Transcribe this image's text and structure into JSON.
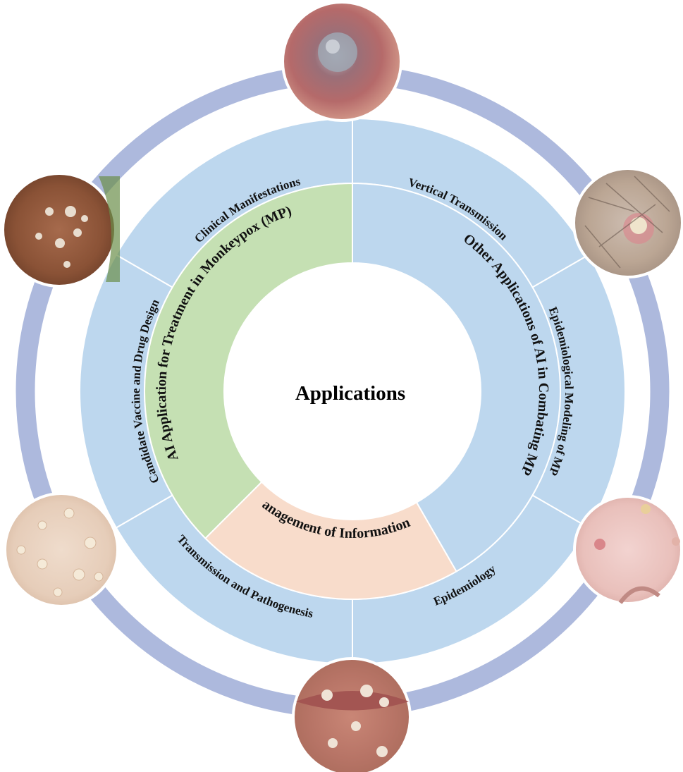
{
  "center": {
    "label": "Applications"
  },
  "inner_segments": [
    {
      "id": "ai-treatment",
      "label": "AI Application for Treatment in Monkeypox (MP)",
      "color": "#c5e0b3"
    },
    {
      "id": "other-applications",
      "label": "Other Applications of AI in Combating MP",
      "color": "#bdd7ee"
    },
    {
      "id": "web-management",
      "label": "Web Management of Information on MP",
      "color": "#f8dccb"
    }
  ],
  "outer_segments": [
    {
      "id": "clinical-manifestations",
      "label": "Clinical Manifestations"
    },
    {
      "id": "vertical-transmission",
      "label": "Vertical Transmission"
    },
    {
      "id": "epidemiological-modeling",
      "label": "Epidemiological Modeling of MP"
    },
    {
      "id": "epidemiology",
      "label": "Epidemiology"
    },
    {
      "id": "transmission-pathogenesis",
      "label": "Transmission and Pathogenesis"
    },
    {
      "id": "candidate-vaccine",
      "label": "Candidate Vaccine and Drug Design"
    }
  ],
  "colors": {
    "outer_ring": "#adb9dd",
    "outer_segment_fill": "#bdd7ee",
    "segment_border": "#ffffff",
    "skin_tone": "#d9a89a",
    "lesion": "#efe3d6"
  },
  "photos": [
    {
      "id": "photo-top",
      "subject": "single umbilicated pustule"
    },
    {
      "id": "photo-upper-right",
      "subject": "pustule on hairy skin"
    },
    {
      "id": "photo-lower-right",
      "subject": "lesions on face"
    },
    {
      "id": "photo-bottom",
      "subject": "lesions on lips"
    },
    {
      "id": "photo-lower-left",
      "subject": "multiple pustules on skin"
    },
    {
      "id": "photo-upper-left",
      "subject": "vesicles on dark skin"
    }
  ]
}
